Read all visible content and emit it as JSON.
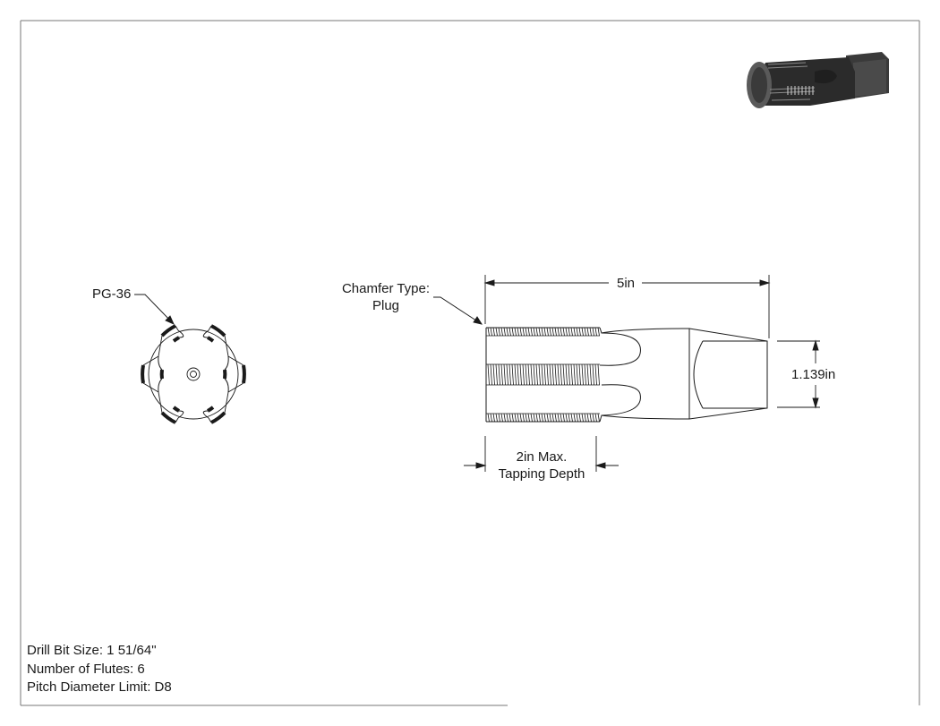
{
  "drawing": {
    "callouts": {
      "end_view_label": "PG-36",
      "chamfer_line1": "Chamfer Type:",
      "chamfer_line2": "Plug"
    },
    "dimensions": {
      "overall_length": "5in",
      "square_size": "1.139in",
      "tapping_line1": "2in Max.",
      "tapping_line2": "Tapping Depth"
    },
    "notes": [
      "Drill Bit Size: 1 51/64\"",
      "Number of Flutes: 6",
      "Pitch Diameter Limit: D8"
    ],
    "colors": {
      "line": "#1a1a1a",
      "border": "#777777",
      "thumbnail_dark": "#2b2b2b",
      "thumbnail_mid": "#5a5a5a"
    }
  }
}
